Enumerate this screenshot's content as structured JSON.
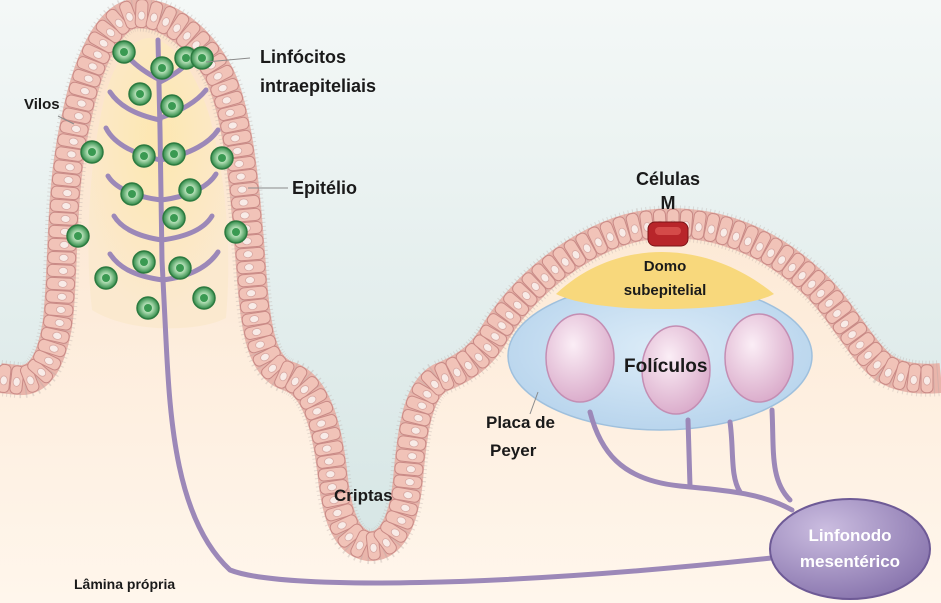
{
  "labels": {
    "vilos": "Vilos",
    "linfocitos": "Linfócitos",
    "intraepiteliais": "intraepiteliais",
    "epitelio": "Epitélio",
    "celulas": "Células",
    "m": "M",
    "domo": "Domo",
    "subepitelial": "subepitelial",
    "foliculos": "Folículos",
    "placa": "Placa de",
    "peyer": "Peyer",
    "criptas": "Criptas",
    "linfonodo": "Linfonodo",
    "mesenterico": "mesentérico",
    "lamina": "Lâmina própria"
  },
  "colors": {
    "lumen": "#dbe8e7",
    "lamina": "#fdebd6",
    "villus_core": "#fde2a8",
    "cell": "#f2c6bc",
    "cell_border": "#c98a86",
    "nucleus": "#f6e6e2",
    "lymphatic": "#9c88b8",
    "lymphocyte": "#3f9a56",
    "dome": "#f8d779",
    "patch": "#c9dff2",
    "follicle": "#e9c3db",
    "node": "#9a86bd",
    "m_cell": "#b8252a"
  }
}
